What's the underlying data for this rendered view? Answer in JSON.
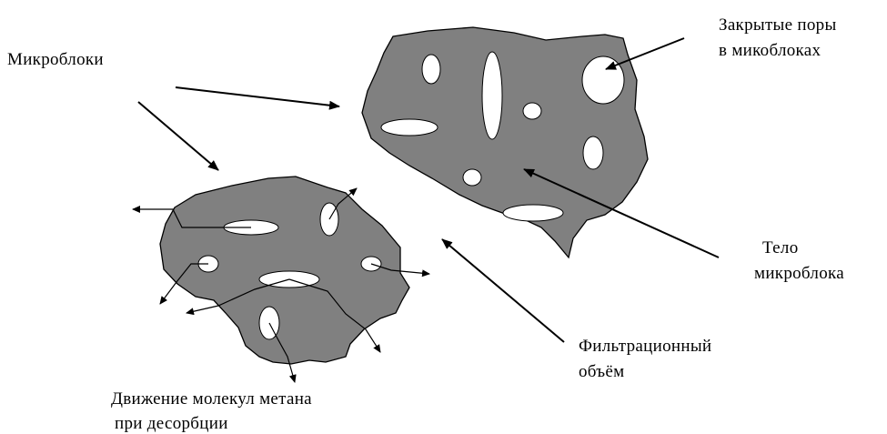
{
  "labels": {
    "microblocks": "Микроблоки",
    "closed_pores_line1": "Закрытые поры",
    "closed_pores_line2": "в микоблоках",
    "body_line1": "Тело",
    "body_line2": "микроблока",
    "filtration_line1": "Фильтрационный",
    "filtration_line2": "объём",
    "methane_line1": "Движение молекул метана",
    "methane_line2": "при десорбции"
  },
  "colors": {
    "block_fill": "#808080",
    "pore_fill": "#ffffff",
    "stroke": "#000000"
  }
}
